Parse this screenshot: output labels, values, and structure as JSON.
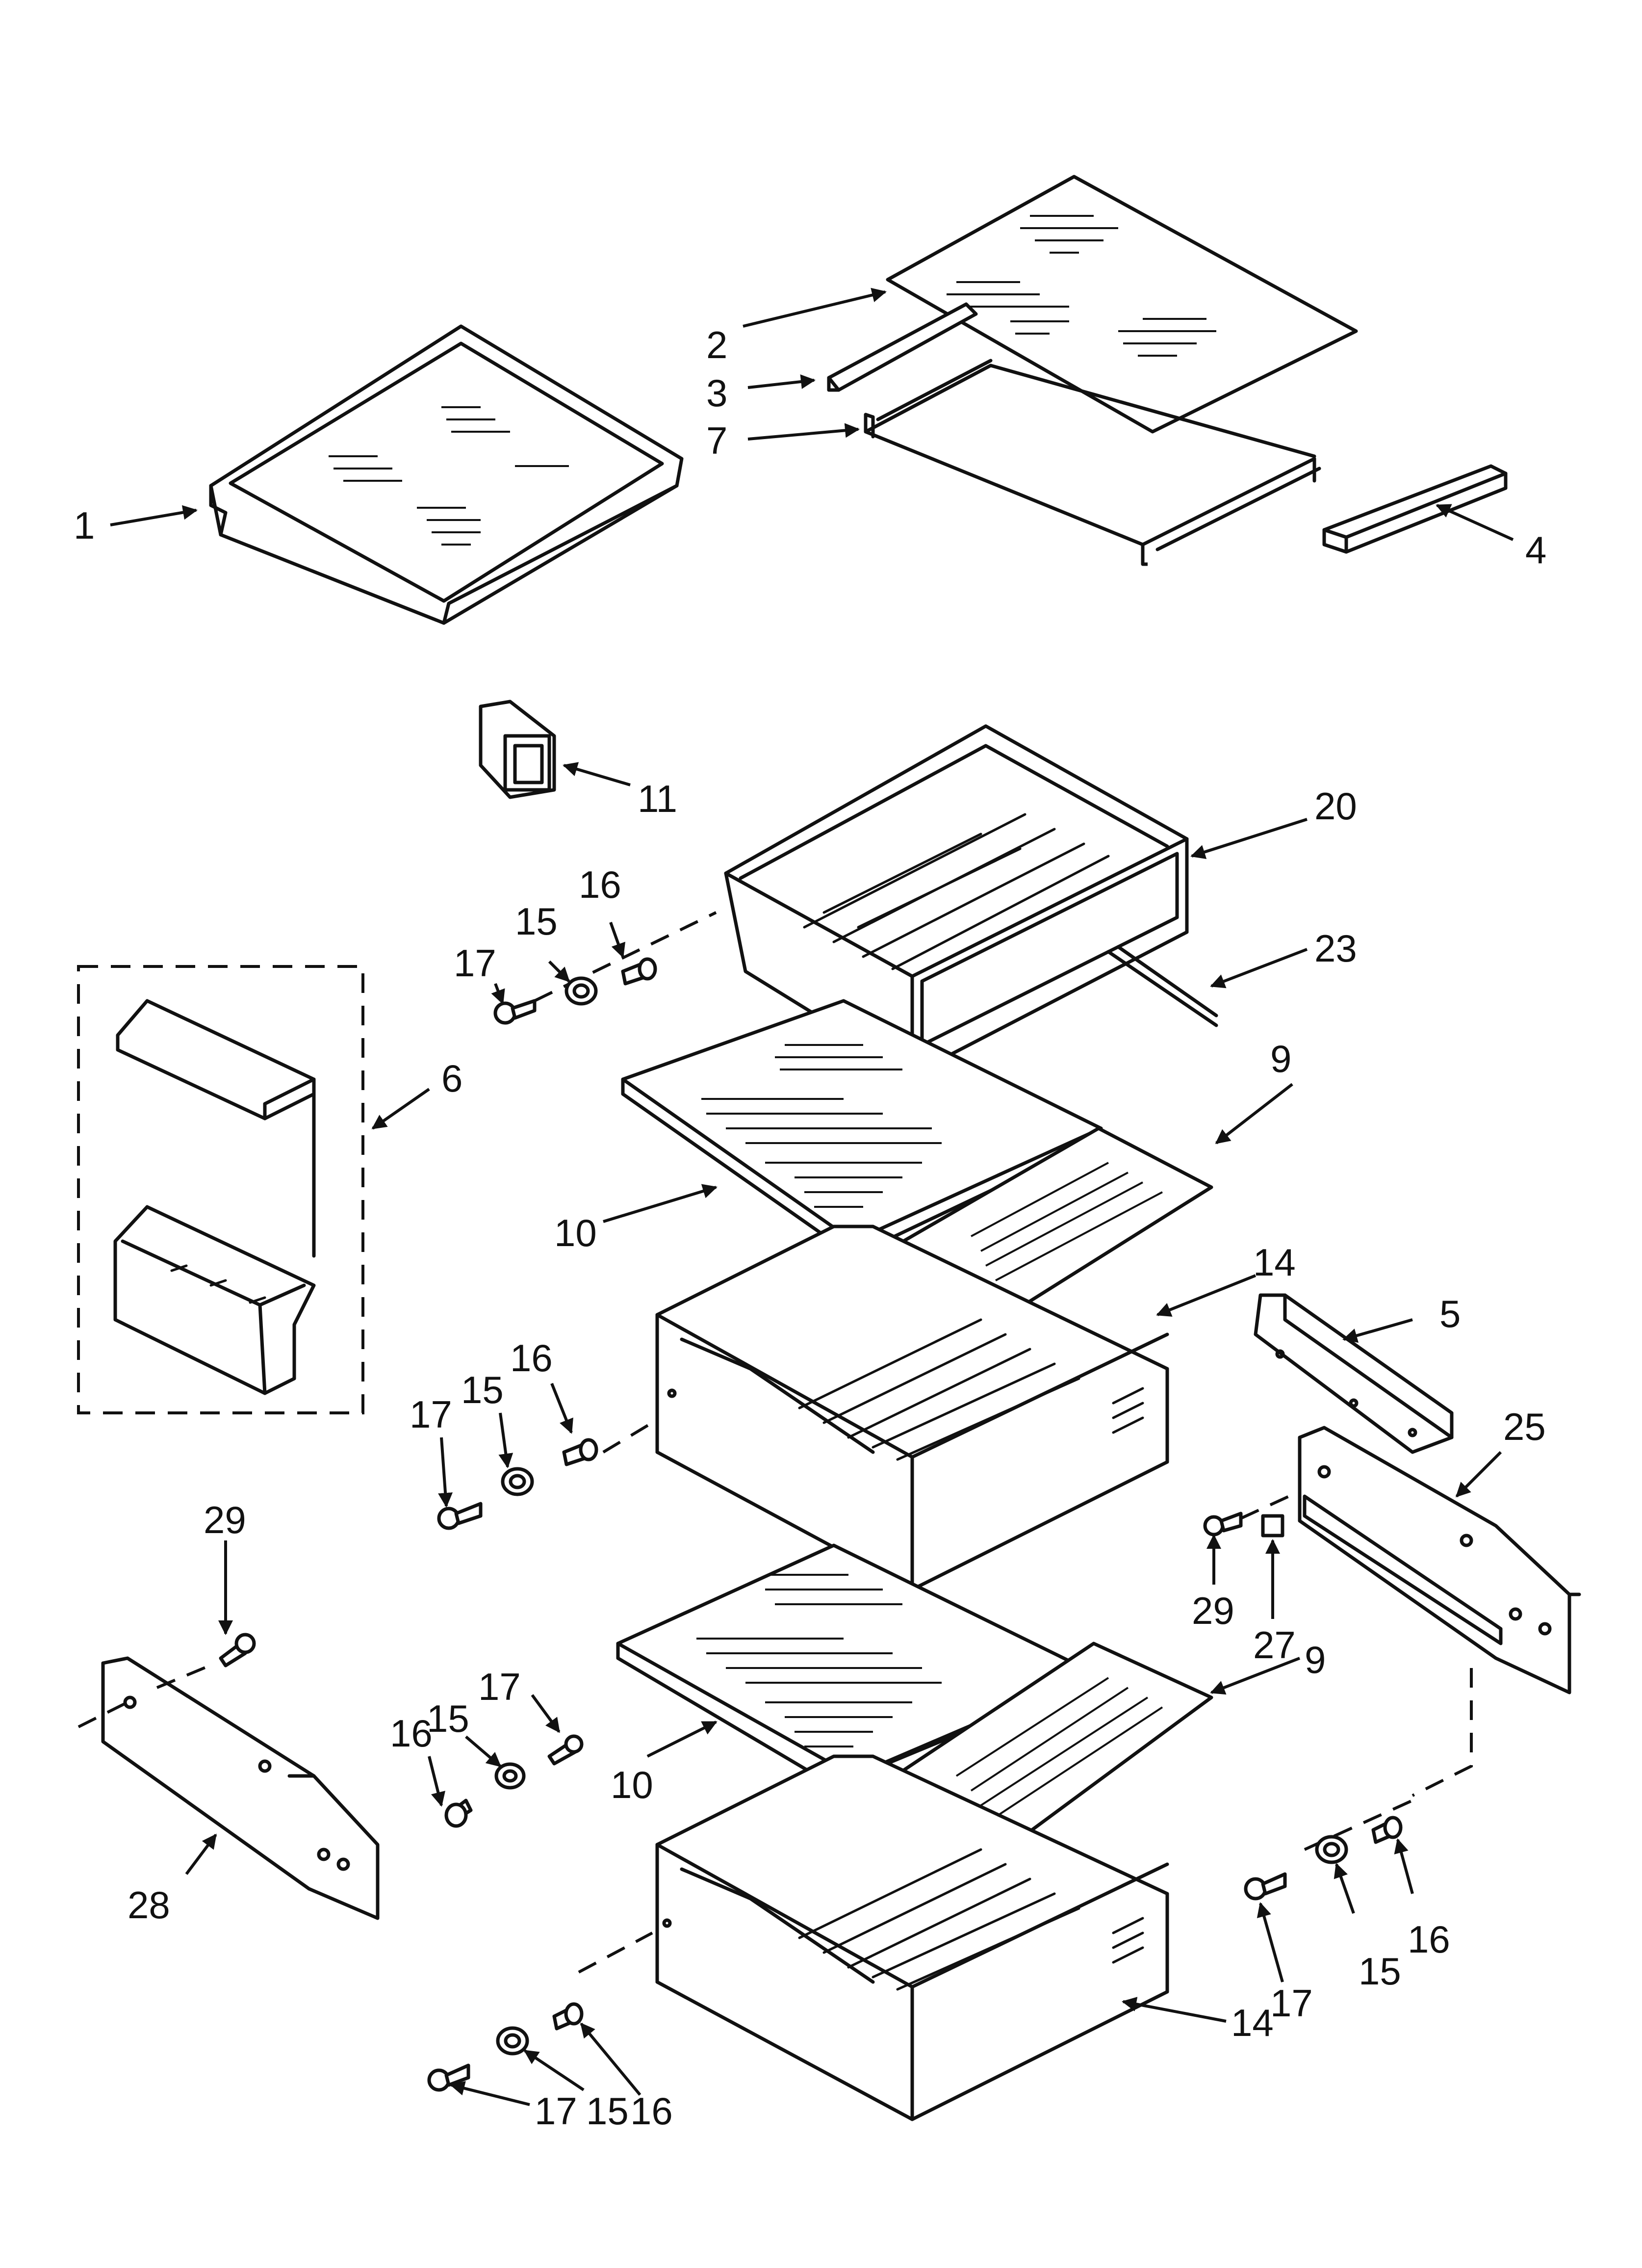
{
  "callouts": [
    {
      "id": "c1",
      "text": "1"
    },
    {
      "id": "c2",
      "text": "2"
    },
    {
      "id": "c3",
      "text": "3"
    },
    {
      "id": "c7",
      "text": "7"
    },
    {
      "id": "c4",
      "text": "4"
    },
    {
      "id": "c11",
      "text": "11"
    },
    {
      "id": "c20",
      "text": "20"
    },
    {
      "id": "c23",
      "text": "23"
    },
    {
      "id": "c16a",
      "text": "16"
    },
    {
      "id": "c15a",
      "text": "15"
    },
    {
      "id": "c17a",
      "text": "17"
    },
    {
      "id": "c6",
      "text": "6"
    },
    {
      "id": "c9a",
      "text": "9"
    },
    {
      "id": "c10a",
      "text": "10"
    },
    {
      "id": "c14a",
      "text": "14"
    },
    {
      "id": "c5",
      "text": "5"
    },
    {
      "id": "c16b",
      "text": "16"
    },
    {
      "id": "c15b",
      "text": "15"
    },
    {
      "id": "c17b",
      "text": "17"
    },
    {
      "id": "c25",
      "text": "25"
    },
    {
      "id": "c29a",
      "text": "29"
    },
    {
      "id": "c27",
      "text": "27"
    },
    {
      "id": "c29b",
      "text": "29"
    },
    {
      "id": "c17c",
      "text": "17"
    },
    {
      "id": "c16c",
      "text": "16"
    },
    {
      "id": "c15c",
      "text": "15"
    },
    {
      "id": "c9b",
      "text": "9"
    },
    {
      "id": "c10b",
      "text": "10"
    },
    {
      "id": "c28",
      "text": "28"
    },
    {
      "id": "c16d",
      "text": "16"
    },
    {
      "id": "c15d",
      "text": "15"
    },
    {
      "id": "c17d",
      "text": "17"
    },
    {
      "id": "c14b",
      "text": "14"
    },
    {
      "id": "c17e",
      "text": "17"
    },
    {
      "id": "c15e",
      "text": "15"
    },
    {
      "id": "c16e",
      "text": "16"
    }
  ]
}
